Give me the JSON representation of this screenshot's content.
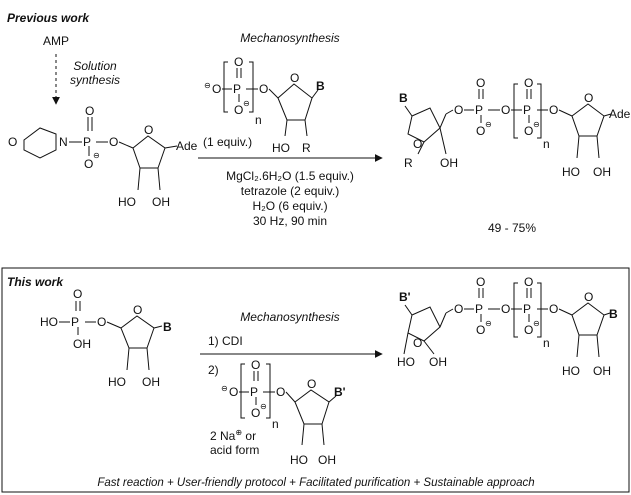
{
  "previous": {
    "heading": "Previous work",
    "start": "AMP",
    "solution1": "Solution",
    "solution2": "synthesis",
    "method": "Mechanosynthesis",
    "equiv": "(1 equiv.)",
    "conditions": [
      "MgCl₂.6H₂O (1.5 equiv.)",
      "tetrazole (2 equiv.)",
      "H₂O (6 equiv.)",
      "30 Hz, 90 min"
    ],
    "yield": "49 - 75%",
    "ade": "Ade",
    "base": "B",
    "r": "R",
    "n": "n"
  },
  "current": {
    "heading": "This work",
    "method": "Mechanosynthesis",
    "step1": "1) CDI",
    "step2": "2)",
    "salt1": "2 Na",
    "salt1b": " or",
    "salt2": "acid form",
    "base": "B",
    "base2": "B'",
    "n": "n",
    "summary": "Fast reaction + User-friendly protocol + Facilitated purification + Sustainable approach"
  },
  "atoms": {
    "o": "O",
    "p": "P",
    "n": "N",
    "ho": "HO",
    "oh": "OH",
    "minus": "⊖",
    "plus": "⊕"
  }
}
